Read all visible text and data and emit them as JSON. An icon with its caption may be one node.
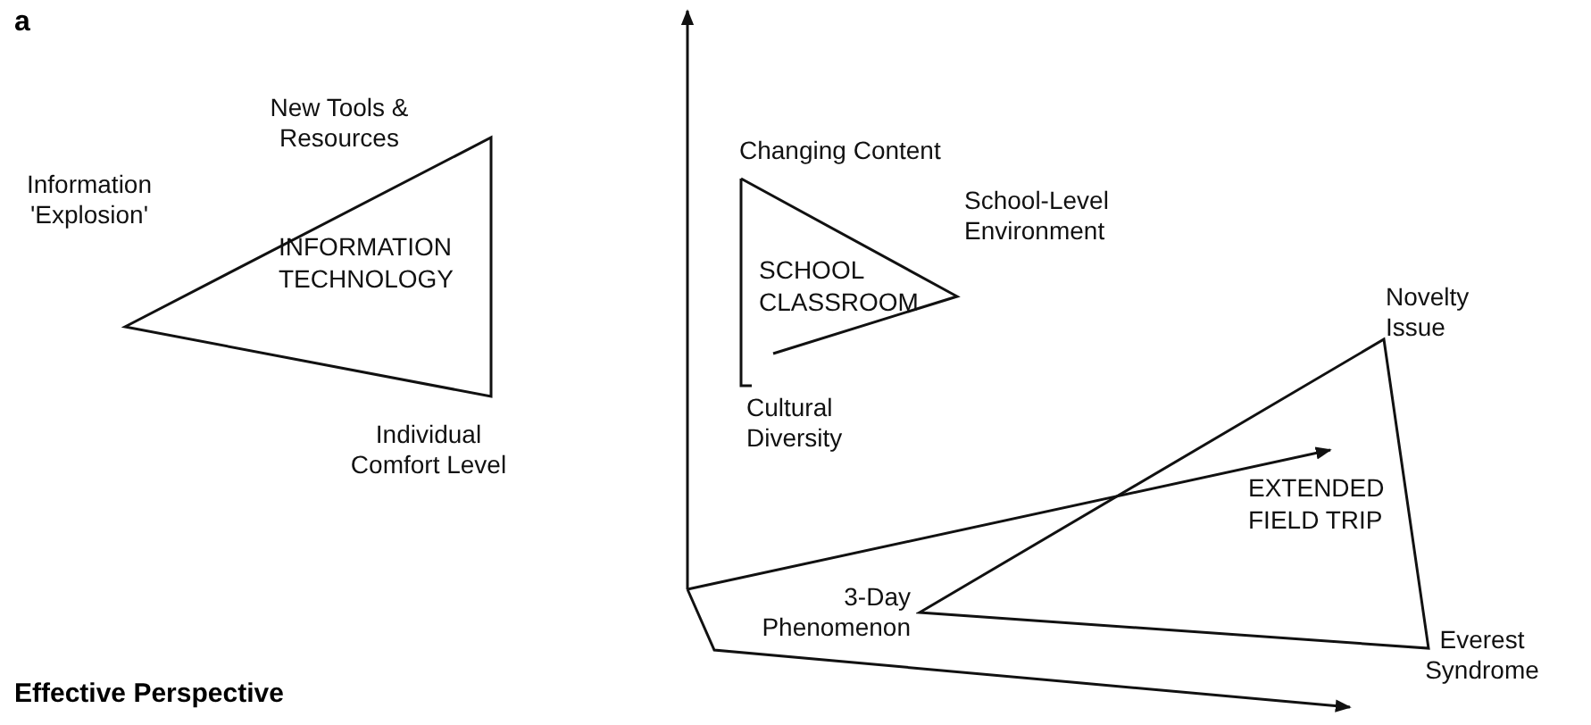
{
  "diagram": {
    "caption": "Effective Perspective",
    "nodes": [
      {
        "text": [
          "INFORMATION TECHNOLOGY"
        ],
        "beside": [
          "New Tools & Resources",
          "Information 'Explosion'",
          "Individual Comfort Level"
        ]
      },
      {
        "text": [
          "SCHOOL CLASSROOM"
        ],
        "beside": [
          "Changing Content",
          "School-Level Environment",
          "Cultural Diversity"
        ]
      },
      {
        "text": [
          "EXTENDED FIELD TRIP"
        ],
        "beside": [
          "Novelty Issue",
          "3-Day Phenomenon",
          "Everest Syndrome"
        ]
      }
    ],
    "labels": [
      "a"
    ]
  }
}
